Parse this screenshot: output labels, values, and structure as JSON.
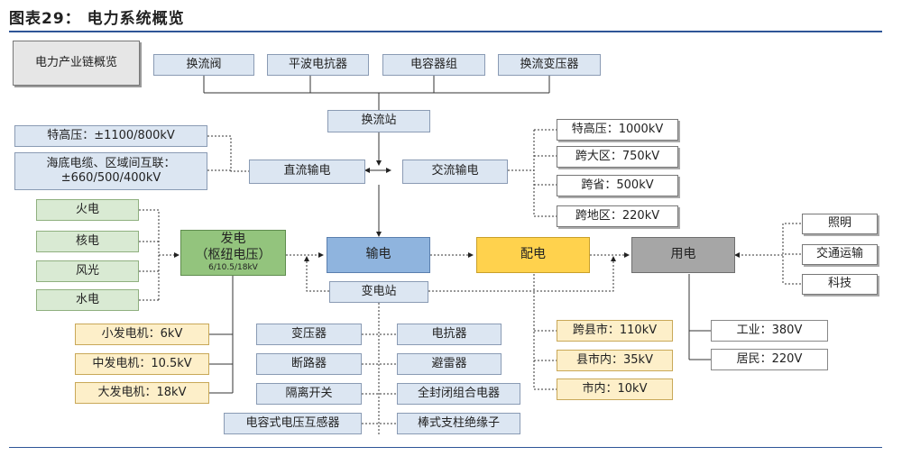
{
  "header": {
    "title": "图表29：  电力系统概览"
  },
  "diagram": {
    "chain_label": "电力产业链概览",
    "converter_parts": [
      "换流阀",
      "平波电抗器",
      "电容器组",
      "换流变压器"
    ],
    "converter_station": "换流站",
    "dc_levels": [
      "特高压：±1100/800kV",
      "海底电缆、区域间互联：",
      "±660/500/400kV"
    ],
    "dc_transmission": "直流输电",
    "ac_transmission": "交流输电",
    "ac_levels": [
      "特高压：1000kV",
      "跨大区：750kV",
      "跨省：500kV",
      "跨地区：220kV"
    ],
    "sources": [
      "火电",
      "核电",
      "风光",
      "水电"
    ],
    "generation": {
      "line1": "发电",
      "line2": "（枢纽电压）",
      "line3": "6/10.5/18kV"
    },
    "transmission": "输电",
    "distribution": "配电",
    "consumption": "用电",
    "uses": [
      "照明",
      "交通运输",
      "科技"
    ],
    "substation": "变电站",
    "generators": [
      "小发电机：6kV",
      "中发电机：10.5kV",
      "大发电机：18kV"
    ],
    "substation_left": [
      "变压器",
      "断路器",
      "隔离开关",
      "电容式电压互感器"
    ],
    "substation_right": [
      "电抗器",
      "避雷器",
      "全封闭组合电器",
      "棒式支柱绝缘子"
    ],
    "distribution_levels": [
      "跨县市：110kV",
      "县市内：35kV",
      "市内：10kV"
    ],
    "consumption_levels": [
      "工业：380V",
      "居民：220V"
    ]
  }
}
